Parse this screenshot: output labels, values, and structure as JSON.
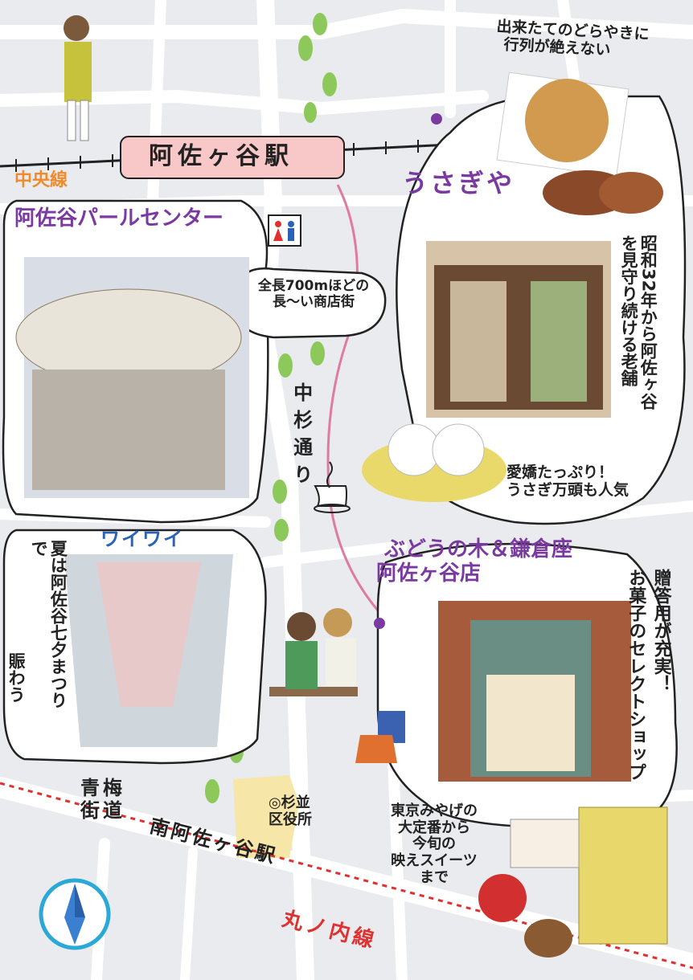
{
  "stations": {
    "asagaya": "阿佐ヶ谷駅",
    "minami_asagaya": "南阿佐ヶ谷駅"
  },
  "lines": {
    "chuo": "中央線",
    "marunouchi": "丸ノ内線"
  },
  "roads": {
    "nakasugi": "中杉通り",
    "ome_kaido": "青梅街道"
  },
  "places": {
    "ward_office": "杉並区役所",
    "ward_office_symbol": "◎"
  },
  "spots": {
    "usagiya": {
      "name": "うさぎや",
      "desc": "昭和32年から阿佐ヶ谷を見守り続ける老舗",
      "note_dorayaki_1": "出来たてのどらやきに",
      "note_dorayaki_2": "行列が絶えない",
      "note_manju_1": "愛嬌たっぷり！",
      "note_manju_2": "うさぎ万頭も人気"
    },
    "pearl_center": {
      "name": "阿佐谷パールセンター",
      "info_1": "全長700mほどの",
      "info_2": "長〜い商店街",
      "festival": "ワイワイ",
      "summer_1": "夏は阿佐谷七夕まつりで",
      "summer_2": "賑わう"
    },
    "budou_no_ki": {
      "name_1": "ぶどうの木＆鎌倉座",
      "name_2": "阿佐ヶ谷店",
      "desc_1": "贈答用が充実！",
      "desc_2": "お菓子のセレクトショップ",
      "note_1": "東京みやげの",
      "note_2": "大定番から",
      "note_3": "今旬の",
      "note_4": "映えスイーツ",
      "note_5": "まで"
    }
  },
  "icons": [
    "restroom-icon",
    "coffee-icon",
    "compass-icon"
  ],
  "colors": {
    "chuo_line": "#f08a2a",
    "marunouchi_line": "#e03030",
    "nakasugi_route": "#e07aa0",
    "station_label_bg": "#f8c8c8",
    "accent_purple": "#7a3aa0",
    "tree_green": "#8cc85a",
    "road": "#ffffff",
    "ward_office_area": "#f6e6a8"
  }
}
